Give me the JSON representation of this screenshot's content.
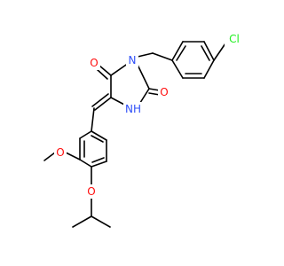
{
  "colors": {
    "bond": "#000000",
    "oxygen": "#ff0d0d",
    "nitrogen": "#3050f8",
    "chlorine": "#1ff01f",
    "background": "#ffffff"
  },
  "atoms": {
    "cl": "Cl",
    "n_imide": "N",
    "nh": "NH",
    "o_c4": "O",
    "o_c2": "O",
    "o_methoxy": "O",
    "o_isopropoxy": "O"
  }
}
